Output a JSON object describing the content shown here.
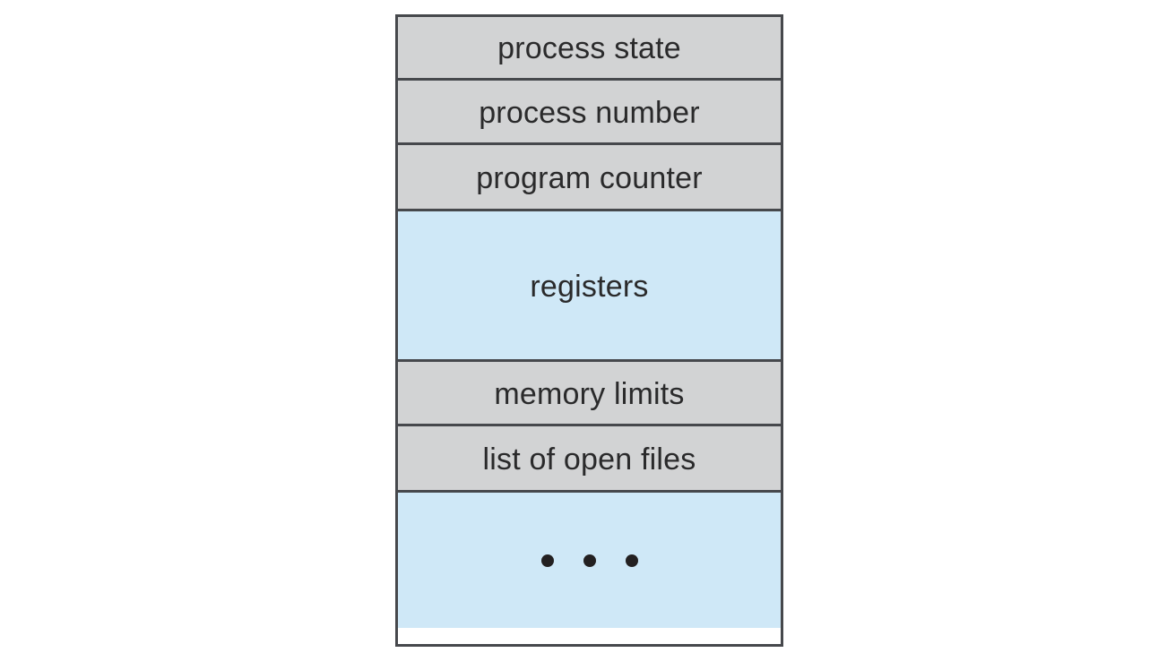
{
  "pcb": {
    "description_rows_top_to_bottom": true,
    "rows": [
      {
        "label": "process state",
        "variant": "gray"
      },
      {
        "label": "process number",
        "variant": "gray"
      },
      {
        "label": "program counter",
        "variant": "gray"
      },
      {
        "label": "registers",
        "variant": "blue"
      },
      {
        "label": "memory limits",
        "variant": "gray"
      },
      {
        "label": "list of open files",
        "variant": "gray"
      },
      {
        "label": "• • •",
        "variant": "blue"
      }
    ],
    "colors": {
      "row_gray": "#d2d3d4",
      "row_blue": "#cfe8f7",
      "border": "#46484c",
      "text": "#2a2a2b",
      "dot": "#232021",
      "canvas": "#ffffff"
    }
  }
}
